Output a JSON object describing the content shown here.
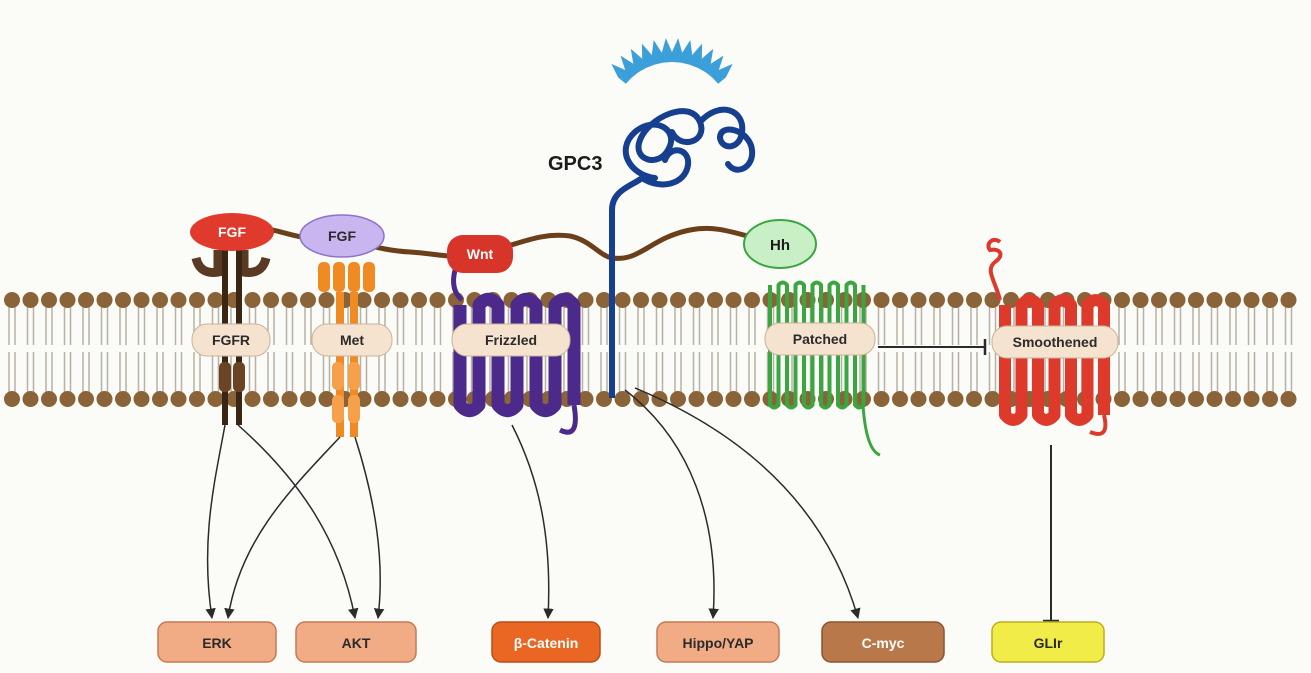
{
  "title": "GPC3",
  "ligands": {
    "fgf1": "FGF",
    "fgf2": "FGF",
    "wnt": "Wnt",
    "hh": "Hh"
  },
  "receptors": {
    "fgfr": "FGFR",
    "met": "Met",
    "frizzled": "Frizzled",
    "patched": "Patched",
    "smoothened": "Smoothened"
  },
  "outputs": {
    "erk": "ERK",
    "akt": "AKT",
    "beta_catenin": "β-Catenin",
    "hippo_yap": "Hippo/YAP",
    "cmyc": "C-myc",
    "glir": "GLIr"
  },
  "colors": {
    "fgf": "#e03a2c",
    "fgf2": "#c9b5ef",
    "wnt": "#d8352a",
    "hh": "#c9efc6",
    "fgfr": "#5a3a22",
    "met": "#f08a22",
    "frizzled": "#4b2a8c",
    "patched": "#3aa63f",
    "smoothened": "#dd3a2c",
    "gpc3": "#163f8f",
    "heparan": "#3d9fd9",
    "lipid_head": "#8a6338",
    "erk_box": "#f2ac85",
    "akt_box": "#f2ac85",
    "beta_catenin_box": "#e96623",
    "hippo_box": "#f2ac85",
    "cmyc_box": "#b9784a",
    "glir_box": "#f2ec48"
  }
}
